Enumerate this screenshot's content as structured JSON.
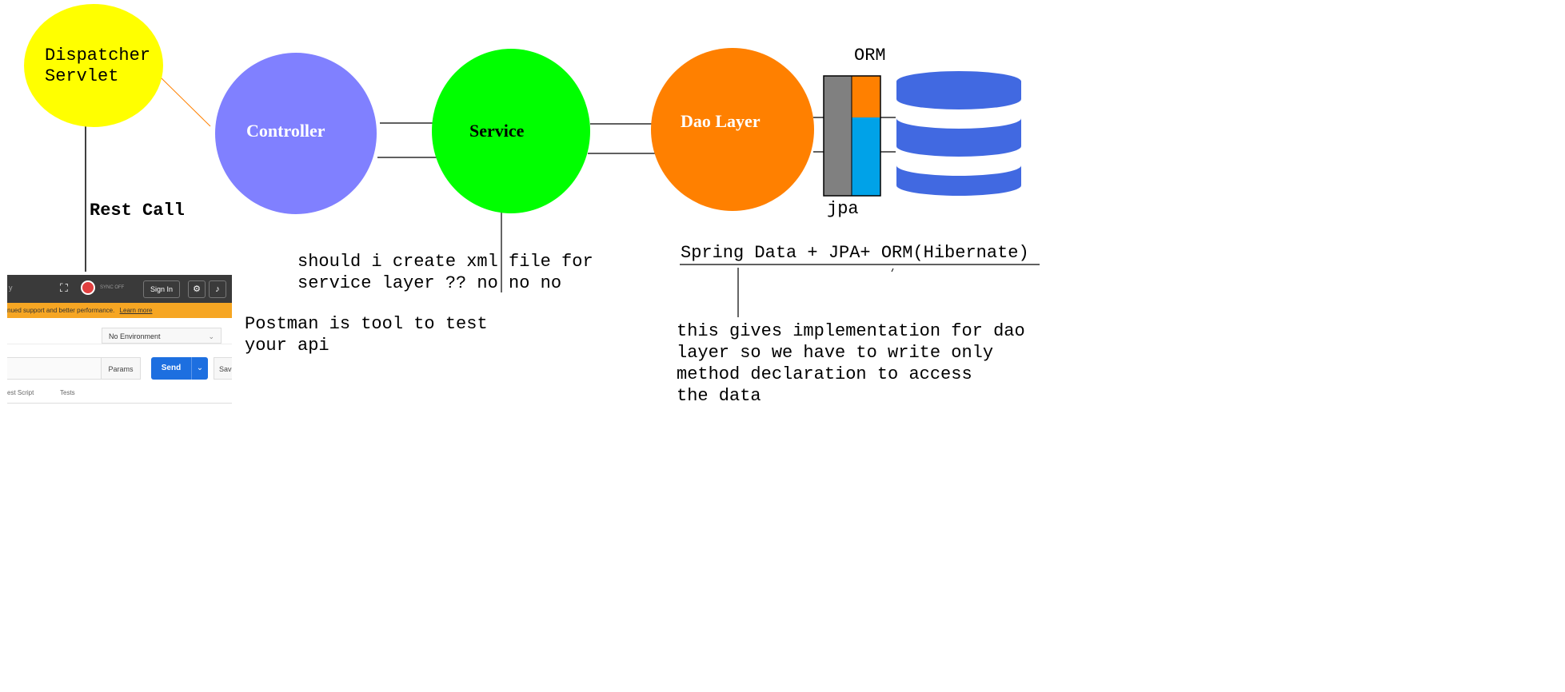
{
  "nodes": {
    "dispatcher": {
      "line1": "Dispatcher",
      "line2": "Servlet",
      "color": "#ffff00"
    },
    "controller": {
      "label": "Controller",
      "color": "#8080ff"
    },
    "service": {
      "label": "Service",
      "color": "#00ff00"
    },
    "dao": {
      "label": "Dao Layer",
      "color": "#ff8000"
    }
  },
  "orm": {
    "label": "ORM",
    "jpa_label": "jpa",
    "colors": {
      "gray": "#808080",
      "orange": "#ff8000",
      "blue": "#00a2e8"
    }
  },
  "database": {
    "icon": "database-icon",
    "color": "#4169e1"
  },
  "labels": {
    "rest_call": "Rest Call",
    "service_note_line1": "should i create xml file for",
    "service_note_line2": "service layer ?? no no no",
    "postman_note_line1": "Postman is tool to test",
    "postman_note_line2": "your api",
    "spring_data": "Spring Data + JPA+ ORM(Hibernate)",
    "dao_note_line1": "this gives implementation for dao",
    "dao_note_line2": "layer so we have to write only",
    "dao_note_line3": "method declaration to access",
    "dao_note_line4": "the data"
  },
  "postman": {
    "topbar_left": "y",
    "sync_off": "SYNC OFF",
    "sign_in": "Sign In",
    "notice_text": "nued support and better performance.",
    "notice_link": "Learn more",
    "environment": "No Environment",
    "params": "Params",
    "send": "Send",
    "save": "Sav",
    "tab_prerequest": "est Script",
    "tab_tests": "Tests",
    "colors": {
      "topbar": "#3a3a3a",
      "notice": "#f6a623",
      "send": "#1d6fe0"
    }
  }
}
